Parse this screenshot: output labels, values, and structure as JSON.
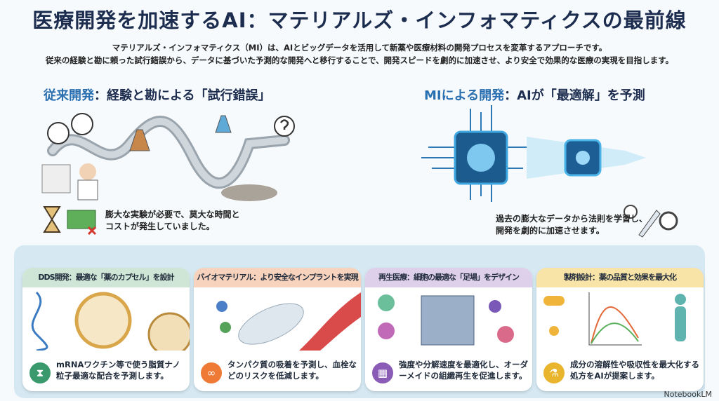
{
  "title": "医療開発を加速するAI：マテリアルズ・インフォマティクスの最前線",
  "intro": [
    "マテリアルズ・インフォマティクス（MI）は、AIとビッグデータを活用して新薬や医療材料の開発プロセスを変革するアプローチです。",
    "従来の経験と勘に頼った試行錯誤から、データに基づいた予測的な開発へと移行することで、開発スピードを劇的に加速させ、より安全で効果的な医療の実現を目指します。"
  ],
  "traditional": {
    "heading_accent": "従来開発",
    "heading_rest": "：経験と勘による「試行錯誤」",
    "note": [
      "膨大な実験が必要で、莫大な時間と",
      "コストが発生していました。"
    ]
  },
  "mi": {
    "heading_accent": "MIによる開発",
    "heading_rest": "：AIが「最適解」を予測",
    "note": [
      "過去の膨大なデータから法則を学習し、",
      "開発を劇的に加速させます。"
    ]
  },
  "cards": [
    {
      "title": "DDS開発：最適な「薬のカプセル」を設計",
      "text": "mRNAワクチン等で使う脂質ナノ粒子最適な配合を予測します。",
      "icon": "hourglass-icon",
      "color": "#3a9a6e",
      "header_bg": "#cfe6d6"
    },
    {
      "title": "バイオマテリアル：より安全なインプラントを実現",
      "text": "タンパク質の吸着を予測し、血栓などのリスクを低減します。",
      "icon": "link-icon",
      "color": "#ee7a35",
      "header_bg": "#f7d2bd"
    },
    {
      "title": "再生医療：細胞の最適な「足場」をデザイン",
      "text": "強度や分解速度を最適化し、オーダーメイドの組織再生を促進します。",
      "icon": "mesh-icon",
      "color": "#8a5cb5",
      "header_bg": "#ded0ea"
    },
    {
      "title": "製剤設計：薬の品質と効果を最大化",
      "text": "成分の溶解性や吸収性を最大化する処方をAIが提案します。",
      "icon": "flask-icon",
      "color": "#e9b52c",
      "header_bg": "#f8e4a6"
    }
  ],
  "brand": "NotebookLM"
}
